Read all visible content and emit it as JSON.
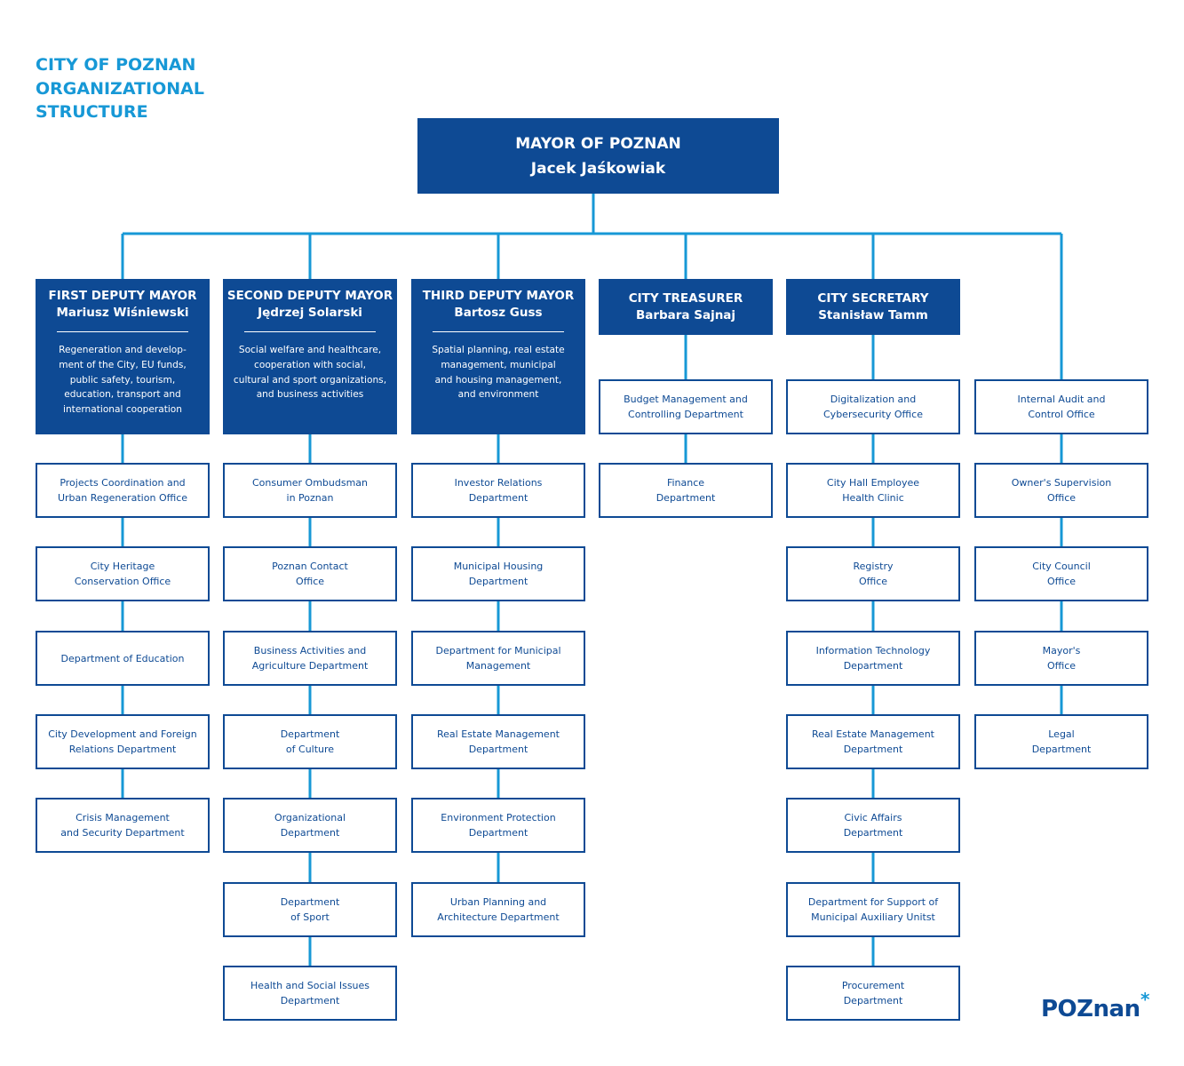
{
  "title": [
    "CITY OF POZNAN",
    "ORGANIZATIONAL",
    "STRUCTURE"
  ],
  "colors": {
    "navy": "#0e4a94",
    "light_blue": "#1798d6",
    "white": "#ffffff"
  },
  "mayor": {
    "title": "MAYOR OF POZNAN",
    "name": "Jacek Jaśkowiak"
  },
  "columns": [
    {
      "key": "first-deputy-mayor",
      "head": {
        "title": "FIRST DEPUTY MAYOR",
        "name": "Mariusz Wiśniewski",
        "description": [
          "Regeneration and develop-",
          "ment of the City, EU funds,",
          "public safety, tourism,",
          "education, transport and",
          "international cooperation"
        ]
      },
      "units": [
        [
          "Projects Coordination and",
          "Urban Regeneration Office"
        ],
        [
          "City Heritage",
          "Conservation Office"
        ],
        [
          "Department of Education"
        ],
        [
          "City Development and Foreign",
          "Relations Department"
        ],
        [
          "Crisis Management",
          "and Security Department"
        ]
      ]
    },
    {
      "key": "second-deputy-mayor",
      "head": {
        "title": "SECOND DEPUTY MAYOR",
        "name": "Jędrzej Solarski",
        "description": [
          "Social welfare and healthcare,",
          "cooperation with social,",
          "cultural and sport organizations,",
          "and business activities"
        ]
      },
      "units": [
        [
          "Consumer Ombudsman",
          "in Poznan"
        ],
        [
          "Poznan Contact",
          "Office"
        ],
        [
          "Business Activities and",
          "Agriculture Department"
        ],
        [
          "Department",
          "of Culture"
        ],
        [
          "Organizational",
          "Department"
        ],
        [
          "Department",
          "of Sport"
        ],
        [
          "Health and Social Issues",
          "Department"
        ]
      ]
    },
    {
      "key": "third-deputy-mayor",
      "head": {
        "title": "THIRD DEPUTY MAYOR",
        "name": "Bartosz Guss",
        "description": [
          "Spatial planning, real estate",
          "management, municipal",
          "and housing management,",
          "and environment"
        ]
      },
      "units": [
        [
          "Investor Relations",
          "Department"
        ],
        [
          "Municipal Housing",
          "Department"
        ],
        [
          "Department for Municipal",
          "Management"
        ],
        [
          "Real Estate Management",
          "Department"
        ],
        [
          "Environment Protection",
          "Department"
        ],
        [
          "Urban Planning and",
          "Architecture Department"
        ]
      ]
    },
    {
      "key": "city-treasurer",
      "head": {
        "title": "CITY TREASURER",
        "name": "Barbara Sajnaj",
        "description": []
      },
      "units": [
        [
          "Budget Management and",
          "Controlling Department"
        ],
        [
          "Finance",
          "Department"
        ]
      ]
    },
    {
      "key": "city-secretary",
      "head": {
        "title": "CITY SECRETARY",
        "name": "Stanisław Tamm",
        "description": []
      },
      "units": [
        [
          "Digitalization and",
          "Cybersecurity Office"
        ],
        [
          "City Hall Employee",
          "Health Clinic"
        ],
        [
          "Registry",
          "Office"
        ],
        [
          "Information Technology",
          "Department"
        ],
        [
          "Real Estate Management",
          "Department"
        ],
        [
          "Civic Affairs",
          "Department"
        ],
        [
          "Department for Support of",
          "Municipal Auxiliary Unitst"
        ],
        [
          "Procurement",
          "Department"
        ]
      ]
    },
    {
      "key": "mayor-direct",
      "head": null,
      "units": [
        [
          "Internal Audit and",
          "Control Office"
        ],
        [
          "Owner's Supervision",
          "Office"
        ],
        [
          "City Council",
          "Office"
        ],
        [
          "Mayor's",
          "Office"
        ],
        [
          "Legal",
          "Department"
        ]
      ]
    }
  ],
  "logo": {
    "text": "POZnan",
    "mark": "*"
  }
}
